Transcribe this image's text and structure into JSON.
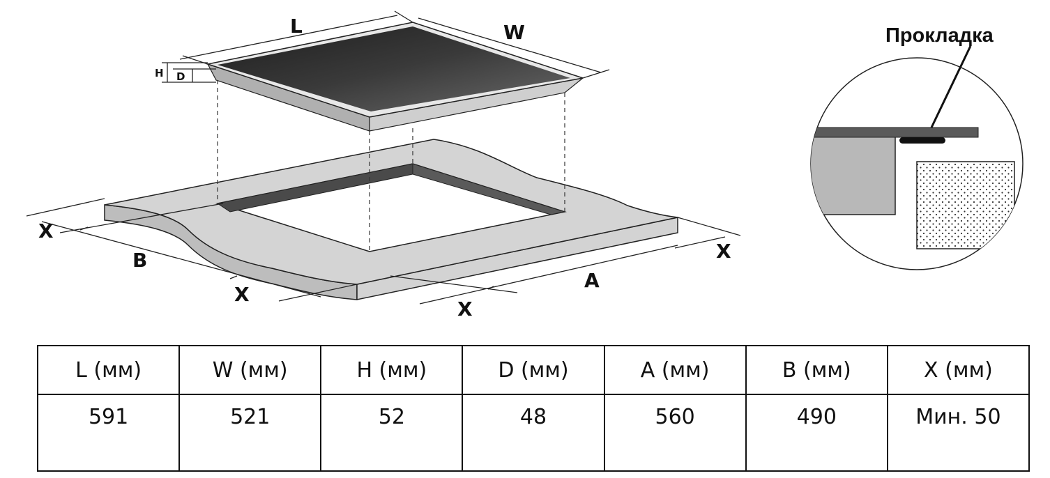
{
  "diagram": {
    "labels": {
      "L": "L",
      "W": "W",
      "H": "H",
      "D": "D",
      "A": "A",
      "B": "B",
      "X": "X"
    },
    "gasket_label": "Прокладка"
  },
  "table": {
    "headers": [
      "L (мм)",
      "W (мм)",
      "H (мм)",
      "D (мм)",
      "A (мм)",
      "B (мм)",
      "X (мм)"
    ],
    "values": [
      "591",
      "521",
      "52",
      "48",
      "560",
      "490",
      "Мин. 50"
    ]
  }
}
